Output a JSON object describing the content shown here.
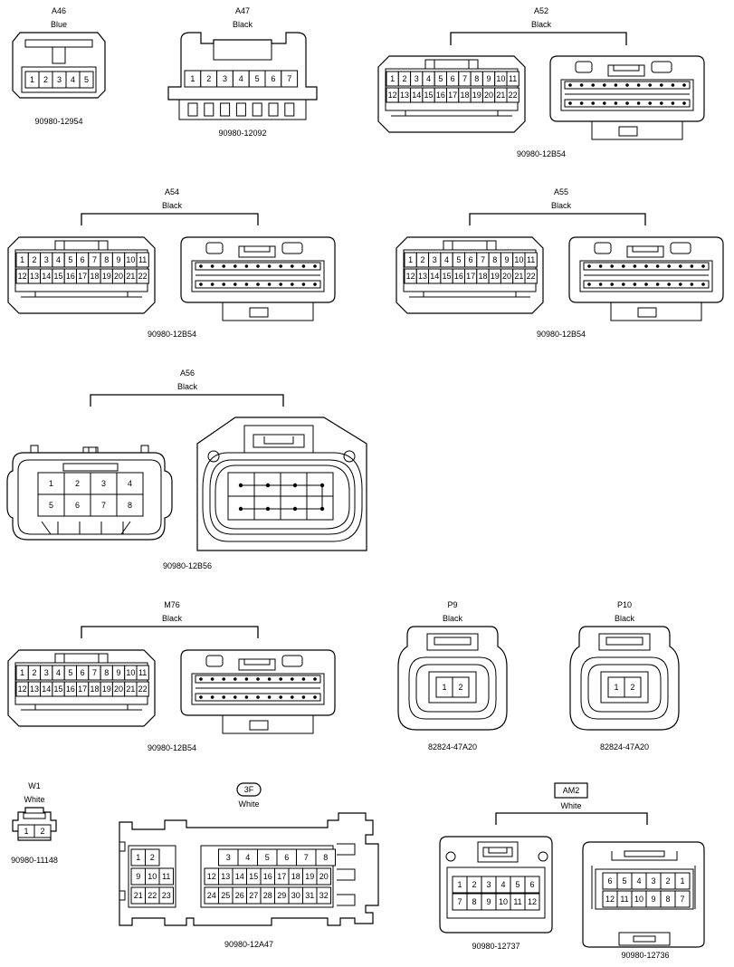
{
  "connectors": {
    "a46": {
      "code": "A46",
      "color": "Blue",
      "part": "90980-12954",
      "pins": [
        "1",
        "2",
        "3",
        "4",
        "5"
      ]
    },
    "a47": {
      "code": "A47",
      "color": "Black",
      "part": "90980-12092",
      "pins": [
        "1",
        "2",
        "3",
        "4",
        "5",
        "6",
        "7"
      ]
    },
    "a52": {
      "code": "A52",
      "color": "Black",
      "part": "90980-12B54",
      "row1": [
        "1",
        "2",
        "3",
        "4",
        "5",
        "6",
        "7",
        "8",
        "9",
        "10",
        "11"
      ],
      "row2": [
        "12",
        "13",
        "14",
        "15",
        "16",
        "17",
        "18",
        "19",
        "20",
        "21",
        "22"
      ]
    },
    "a54": {
      "code": "A54",
      "color": "Black",
      "part": "90980-12B54",
      "row1": [
        "1",
        "2",
        "3",
        "4",
        "5",
        "6",
        "7",
        "8",
        "9",
        "10",
        "11"
      ],
      "row2": [
        "12",
        "13",
        "14",
        "15",
        "16",
        "17",
        "18",
        "19",
        "20",
        "21",
        "22"
      ]
    },
    "a55": {
      "code": "A55",
      "color": "Black",
      "part": "90980-12B54",
      "row1": [
        "1",
        "2",
        "3",
        "4",
        "5",
        "6",
        "7",
        "8",
        "9",
        "10",
        "11"
      ],
      "row2": [
        "12",
        "13",
        "14",
        "15",
        "16",
        "17",
        "18",
        "19",
        "20",
        "21",
        "22"
      ]
    },
    "a56": {
      "code": "A56",
      "color": "Black",
      "part": "90980-12B56",
      "row1": [
        "1",
        "2",
        "3",
        "4"
      ],
      "row2": [
        "5",
        "6",
        "7",
        "8"
      ]
    },
    "m76": {
      "code": "M76",
      "color": "Black",
      "part": "90980-12B54",
      "row1": [
        "1",
        "2",
        "3",
        "4",
        "5",
        "6",
        "7",
        "8",
        "9",
        "10",
        "11"
      ],
      "row2": [
        "12",
        "13",
        "14",
        "15",
        "16",
        "17",
        "18",
        "19",
        "20",
        "21",
        "22"
      ]
    },
    "p9": {
      "code": "P9",
      "color": "Black",
      "part": "82824-47A20",
      "pins": [
        "1",
        "2"
      ]
    },
    "p10": {
      "code": "P10",
      "color": "Black",
      "part": "82824-47A20",
      "pins": [
        "1",
        "2"
      ]
    },
    "w1": {
      "code": "W1",
      "color": "White",
      "part": "90980-11148",
      "pins": [
        "1",
        "2"
      ]
    },
    "c3f": {
      "code": "3F",
      "color": "White",
      "part": "90980-12A47",
      "left_row1": [
        "1",
        "2"
      ],
      "left_row2": [
        "9",
        "10",
        "11"
      ],
      "left_row3": [
        "21",
        "22",
        "23"
      ],
      "right_row1": [
        "3",
        "4",
        "5",
        "6",
        "7",
        "8"
      ],
      "right_row2": [
        "12",
        "13",
        "14",
        "15",
        "16",
        "17",
        "18",
        "19",
        "20"
      ],
      "right_row3": [
        "24",
        "25",
        "26",
        "27",
        "28",
        "29",
        "30",
        "31",
        "32"
      ]
    },
    "am2": {
      "code": "AM2",
      "color": "White",
      "part_left": "90980-12737",
      "part_right": "90980-12736",
      "left_row1": [
        "1",
        "2",
        "3",
        "4",
        "5",
        "6"
      ],
      "left_row2": [
        "7",
        "8",
        "9",
        "10",
        "11",
        "12"
      ],
      "right_row1": [
        "6",
        "5",
        "4",
        "3",
        "2",
        "1"
      ],
      "right_row2": [
        "12",
        "11",
        "10",
        "9",
        "8",
        "7"
      ]
    }
  }
}
